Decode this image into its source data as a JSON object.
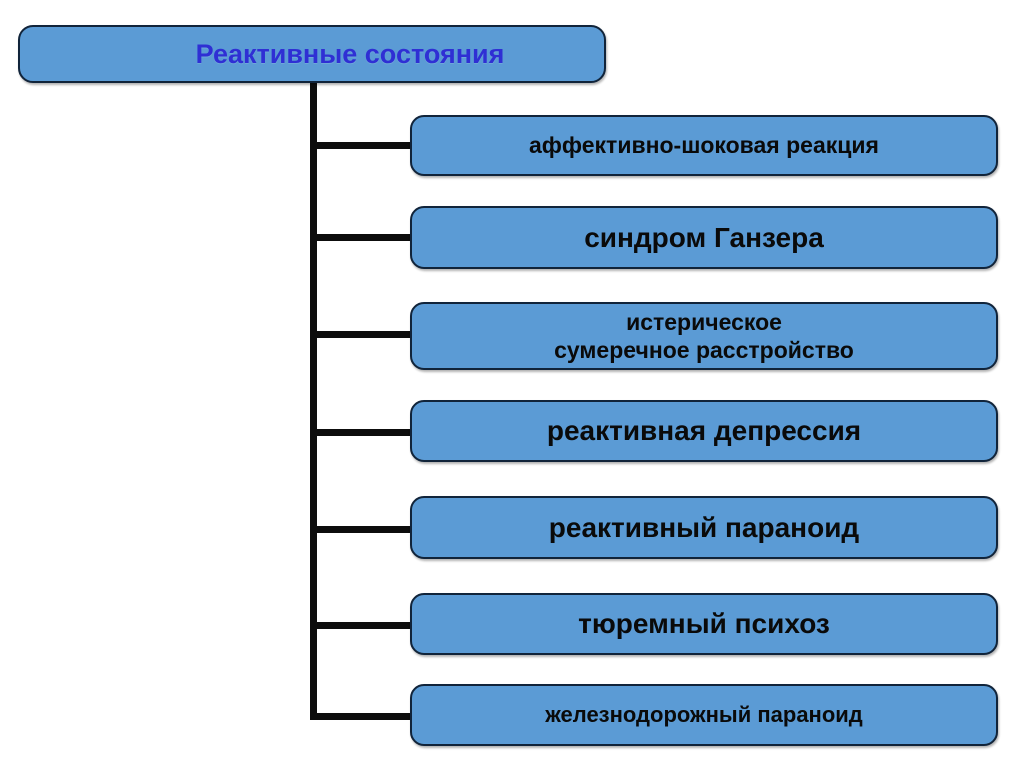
{
  "diagram": {
    "type": "tree",
    "orientation": "vertical-trunk-right-branches",
    "colors": {
      "node_fill": "#5B9BD5",
      "node_border": "#11243A",
      "connector": "#0D0D0D",
      "root_text": "#2F2FD4",
      "child_text": "#0A0A0A",
      "background": "#FFFFFF"
    },
    "root": {
      "label": "Реактивные состояния"
    },
    "children": [
      {
        "label": "аффективно-шоковая реакция"
      },
      {
        "label": "синдром Ганзера"
      },
      {
        "label": "истерическое\nсумеречное расстройство"
      },
      {
        "label": "реактивная депрессия"
      },
      {
        "label": "реактивный параноид"
      },
      {
        "label": "тюремный психоз"
      },
      {
        "label": "железнодорожный параноид"
      }
    ]
  }
}
